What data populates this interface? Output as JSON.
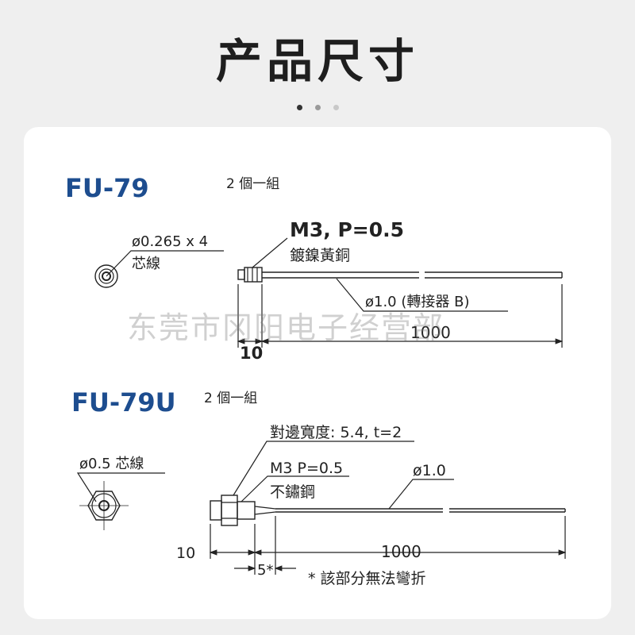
{
  "title": "产品尺寸",
  "colors": {
    "model": "#1d4d8f",
    "line": "#222222",
    "dot_active": "#333333",
    "dot_inactive": "#9a9a9a"
  },
  "watermark": "东莞市冈阳电子经营部",
  "fu79": {
    "model": "FU-79",
    "qty": "2 個一組",
    "core_dia": "ø0.265 x 4",
    "core_unit": "芯線",
    "thread": "M3, P=0.5",
    "material": "鍍鎳黃銅",
    "fiber_dia": "ø1.0  (轉接器 B)",
    "dim_head": "10",
    "dim_length": "1000"
  },
  "fu79u": {
    "model": "FU-79U",
    "qty": "2 個一組",
    "across_flats": "對邊寬度: 5.4, t=2",
    "core": "ø0.5 芯線",
    "thread": "M3 P=0.5",
    "material": "不鏽鋼",
    "fiber_dia": "ø1.0",
    "dim_head": "10",
    "dim_length": "1000",
    "dim_rigid": "5*",
    "note": "* 該部分無法彎折"
  }
}
